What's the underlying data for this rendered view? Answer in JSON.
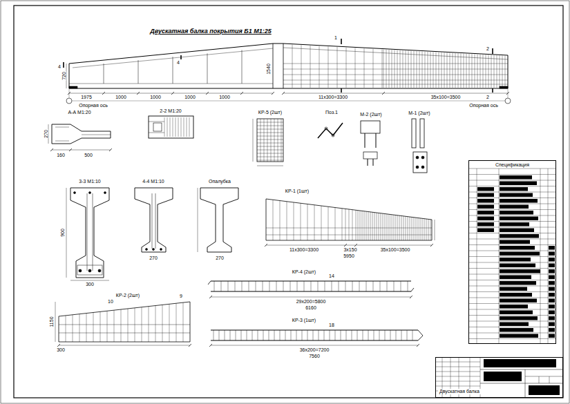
{
  "diagram": {
    "title": "Двускатная балка покрытия Б1  М1:25",
    "nodes": [
      {
        "text": [
          "Спецификация"
        ]
      },
      {
        "text": [
          "Двускатная балка"
        ]
      }
    ],
    "labels": [
      "1",
      "1",
      "2",
      "2",
      "4",
      "4",
      "1540",
      "720",
      "1975",
      "1000",
      "1000",
      "1000",
      "1000",
      "11x300=3300",
      "35x100=3500",
      "Опорная ось",
      "Опорная ось",
      "А-А М1:20",
      "2-2 М1:20",
      "КР-5 (2шт)",
      "Поз.1",
      "М-2 (2шт)",
      "М-1 (2шт)",
      "500",
      "160",
      "270",
      "3-3 М1:10",
      "4-4 М1:10",
      "Опалубка",
      "КР-1 (1шт)",
      "300",
      "270",
      "270",
      "11x300=3300",
      "3x150",
      "35x100=3500",
      "5950",
      "КР-4 (2шт)",
      "29x200=5800",
      "6160",
      "КР-3 (1шт)",
      "36x200=7200",
      "7560",
      "КР-2 (2шт)",
      "1150",
      "300",
      "900",
      "14",
      "18",
      "10",
      "9"
    ]
  }
}
